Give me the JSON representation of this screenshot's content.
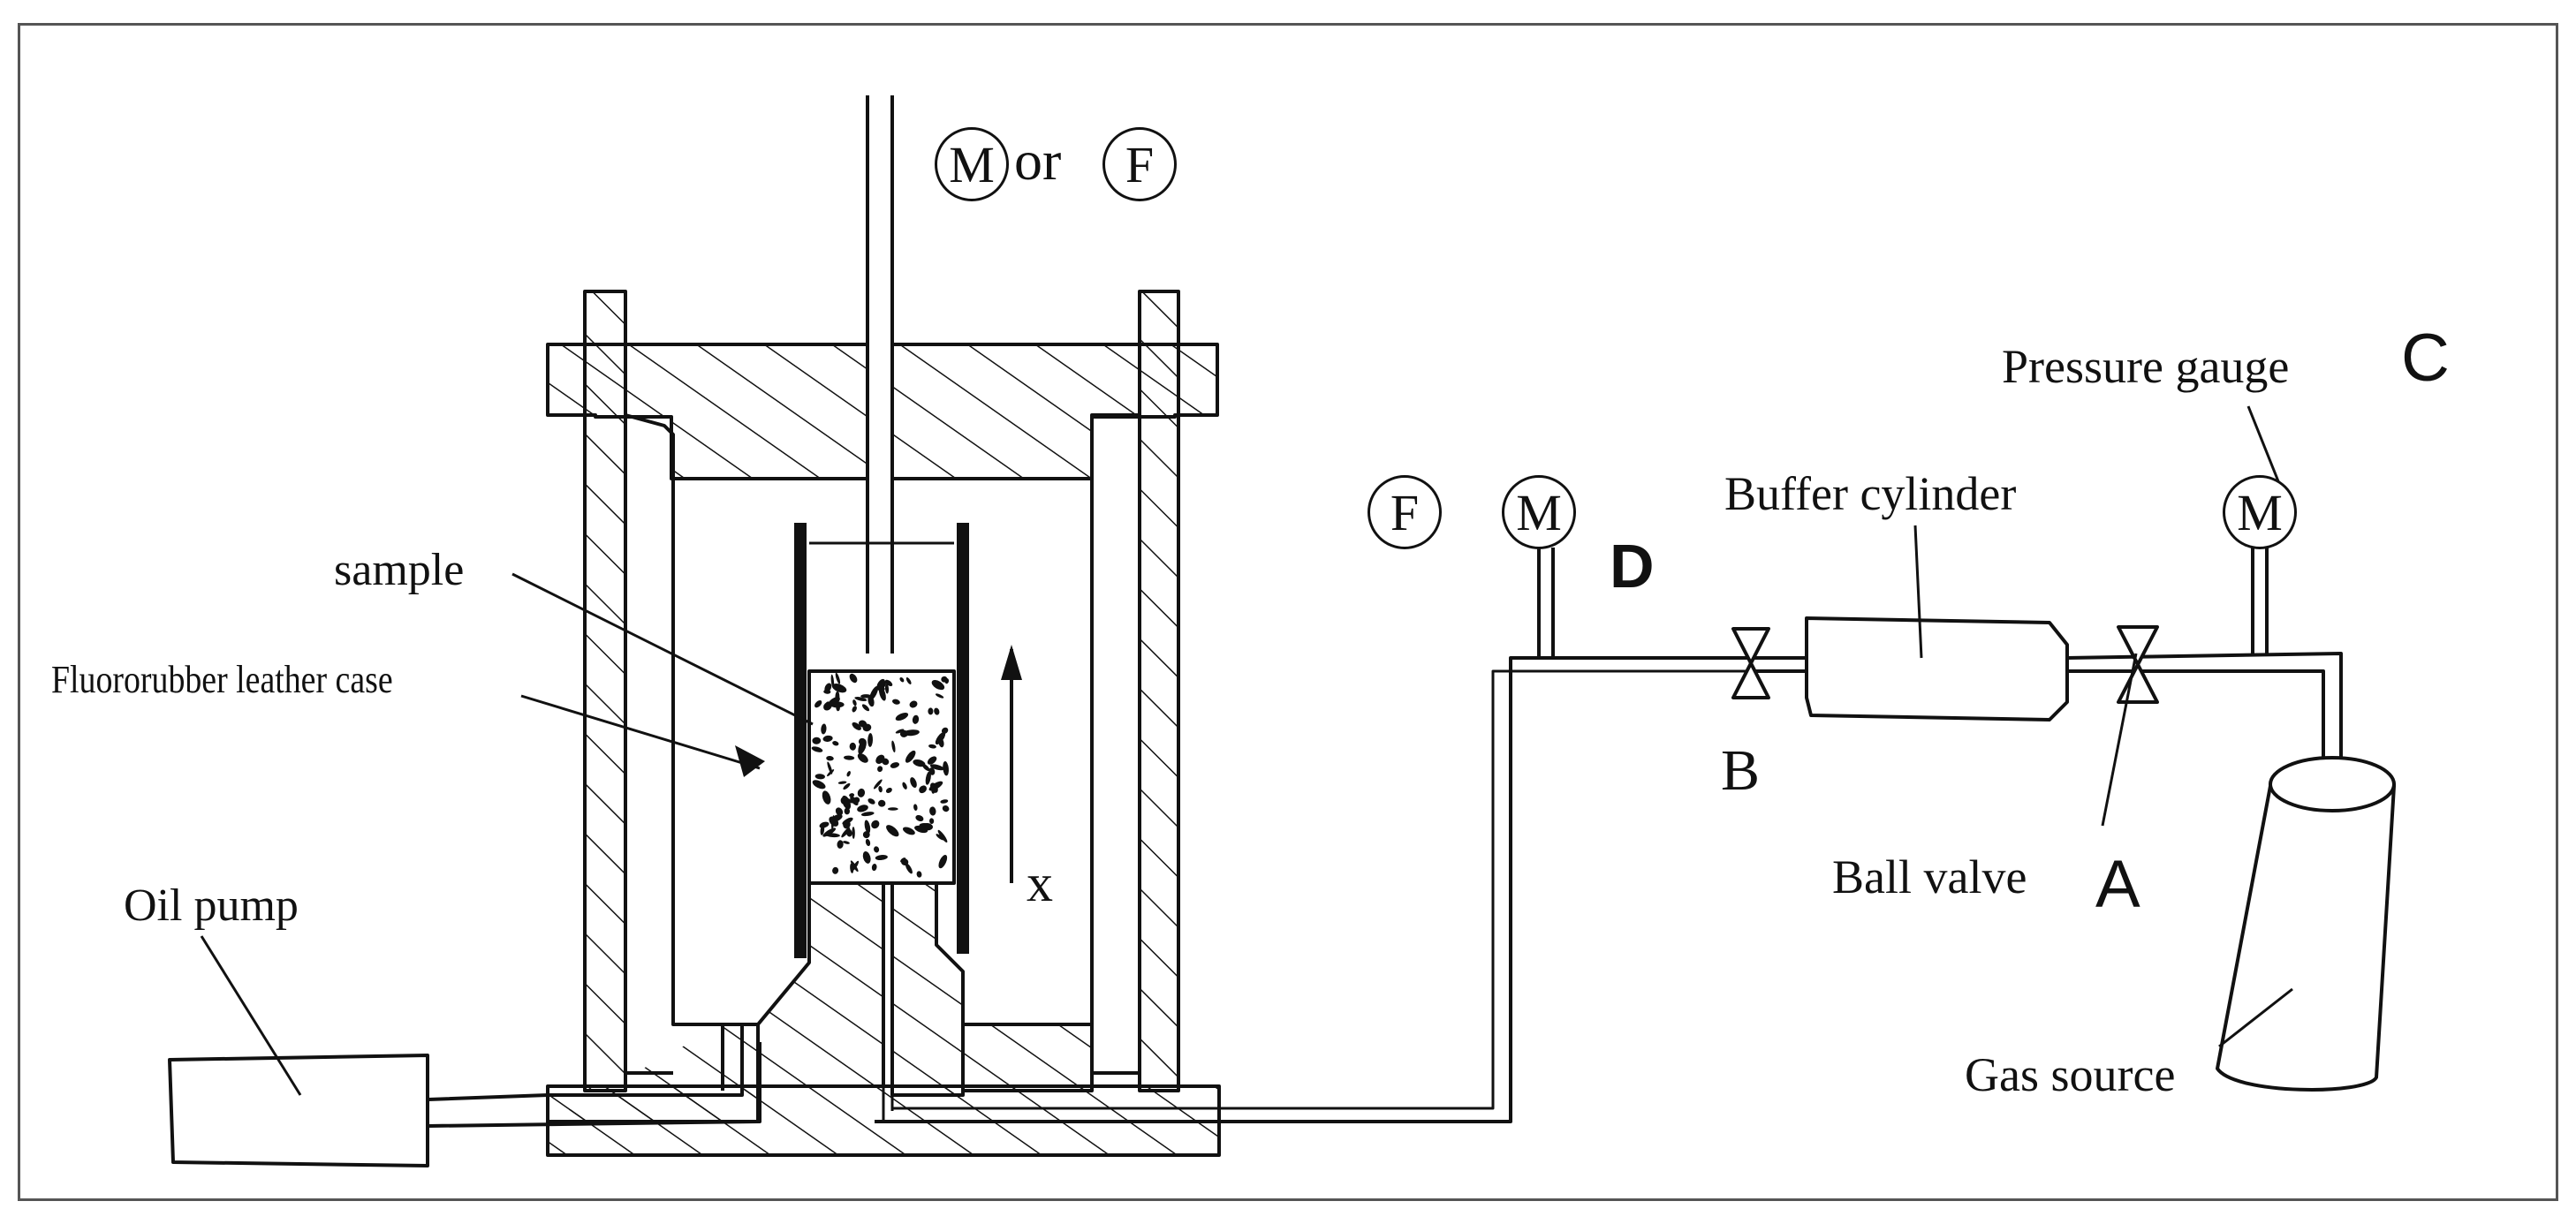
{
  "labels": {
    "m_or_f_m": "M",
    "m_or_f_or": "or",
    "m_or_f_f": "F",
    "sample": "sample",
    "fluororubber": "Fluororubber leather case",
    "x_axis": "x",
    "oil_pump": "Oil pump",
    "f_meter": "F",
    "m_meter": "M",
    "d_label": "D",
    "buffer_cylinder": "Buffer cylinder",
    "pressure_gauge": "Pressure gauge",
    "c_label": "C",
    "m_gauge": "M",
    "b_label": "B",
    "ball_valve": "Ball valve",
    "a_label": "A",
    "gas_source": "Gas source"
  },
  "colors": {
    "line": "#111111",
    "background": "#ffffff",
    "frame": "#555555"
  }
}
